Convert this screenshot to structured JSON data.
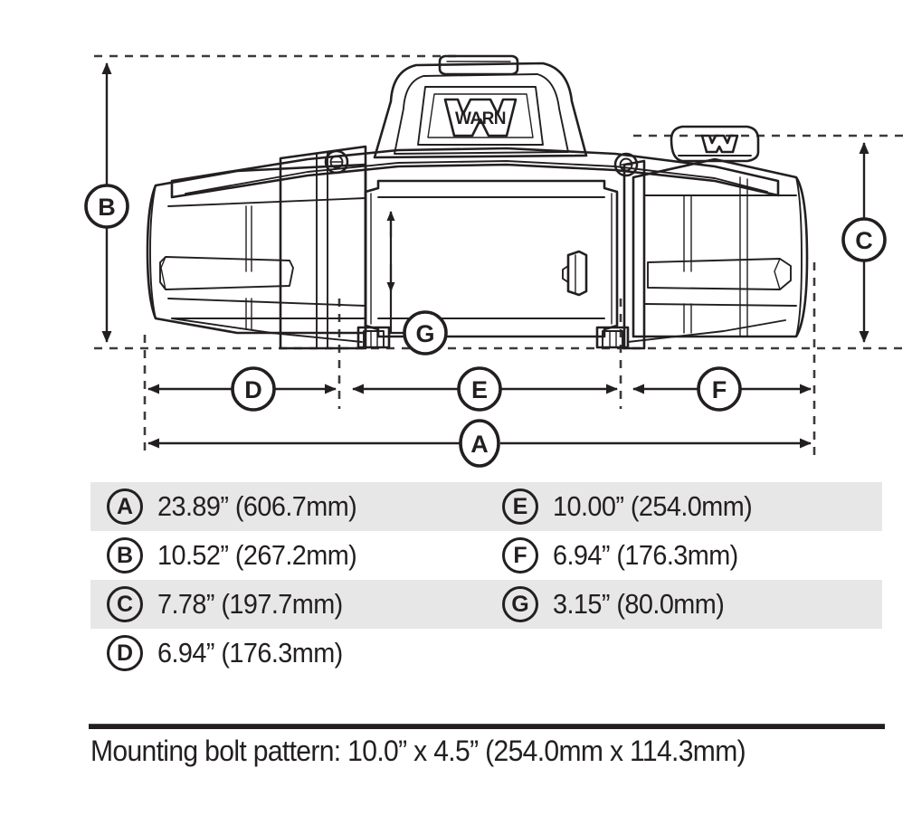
{
  "product": {
    "brand_logo_text": "WARN",
    "badge_logo_text": "W"
  },
  "drawing": {
    "title": "winch-front-elevation-dimension-drawing",
    "callouts": [
      {
        "id": "A",
        "label": "A",
        "orientation": "horizontal",
        "position": "bottom-overall"
      },
      {
        "id": "B",
        "label": "B",
        "orientation": "vertical",
        "position": "left-overall-height"
      },
      {
        "id": "C",
        "label": "C",
        "orientation": "vertical",
        "position": "right-height"
      },
      {
        "id": "D",
        "label": "D",
        "orientation": "horizontal",
        "position": "left-segment"
      },
      {
        "id": "E",
        "label": "E",
        "orientation": "horizontal",
        "position": "center-segment"
      },
      {
        "id": "F",
        "label": "F",
        "orientation": "horizontal",
        "position": "right-segment"
      },
      {
        "id": "G",
        "label": "G",
        "orientation": "vertical",
        "position": "drum-diameter"
      }
    ]
  },
  "dimensions": {
    "rows": [
      {
        "shaded": true,
        "left": {
          "key": "A",
          "value": "23.89” (606.7mm)"
        },
        "right": {
          "key": "E",
          "value": "10.00” (254.0mm)"
        }
      },
      {
        "shaded": false,
        "left": {
          "key": "B",
          "value": "10.52” (267.2mm)"
        },
        "right": {
          "key": "F",
          "value": "6.94” (176.3mm)"
        }
      },
      {
        "shaded": true,
        "left": {
          "key": "C",
          "value": "7.78” (197.7mm)"
        },
        "right": {
          "key": "G",
          "value": "3.15” (80.0mm)"
        }
      },
      {
        "shaded": false,
        "left": {
          "key": "D",
          "value": "6.94” (176.3mm)"
        },
        "right": {
          "key": "",
          "value": ""
        }
      }
    ]
  },
  "footer": {
    "note": "Mounting bolt pattern: 10.0” x 4.5” (254.0mm x 114.3mm)"
  },
  "colors": {
    "ink": "#231f20",
    "row_shade": "#e7e7e7",
    "page_background": "#ffffff"
  }
}
